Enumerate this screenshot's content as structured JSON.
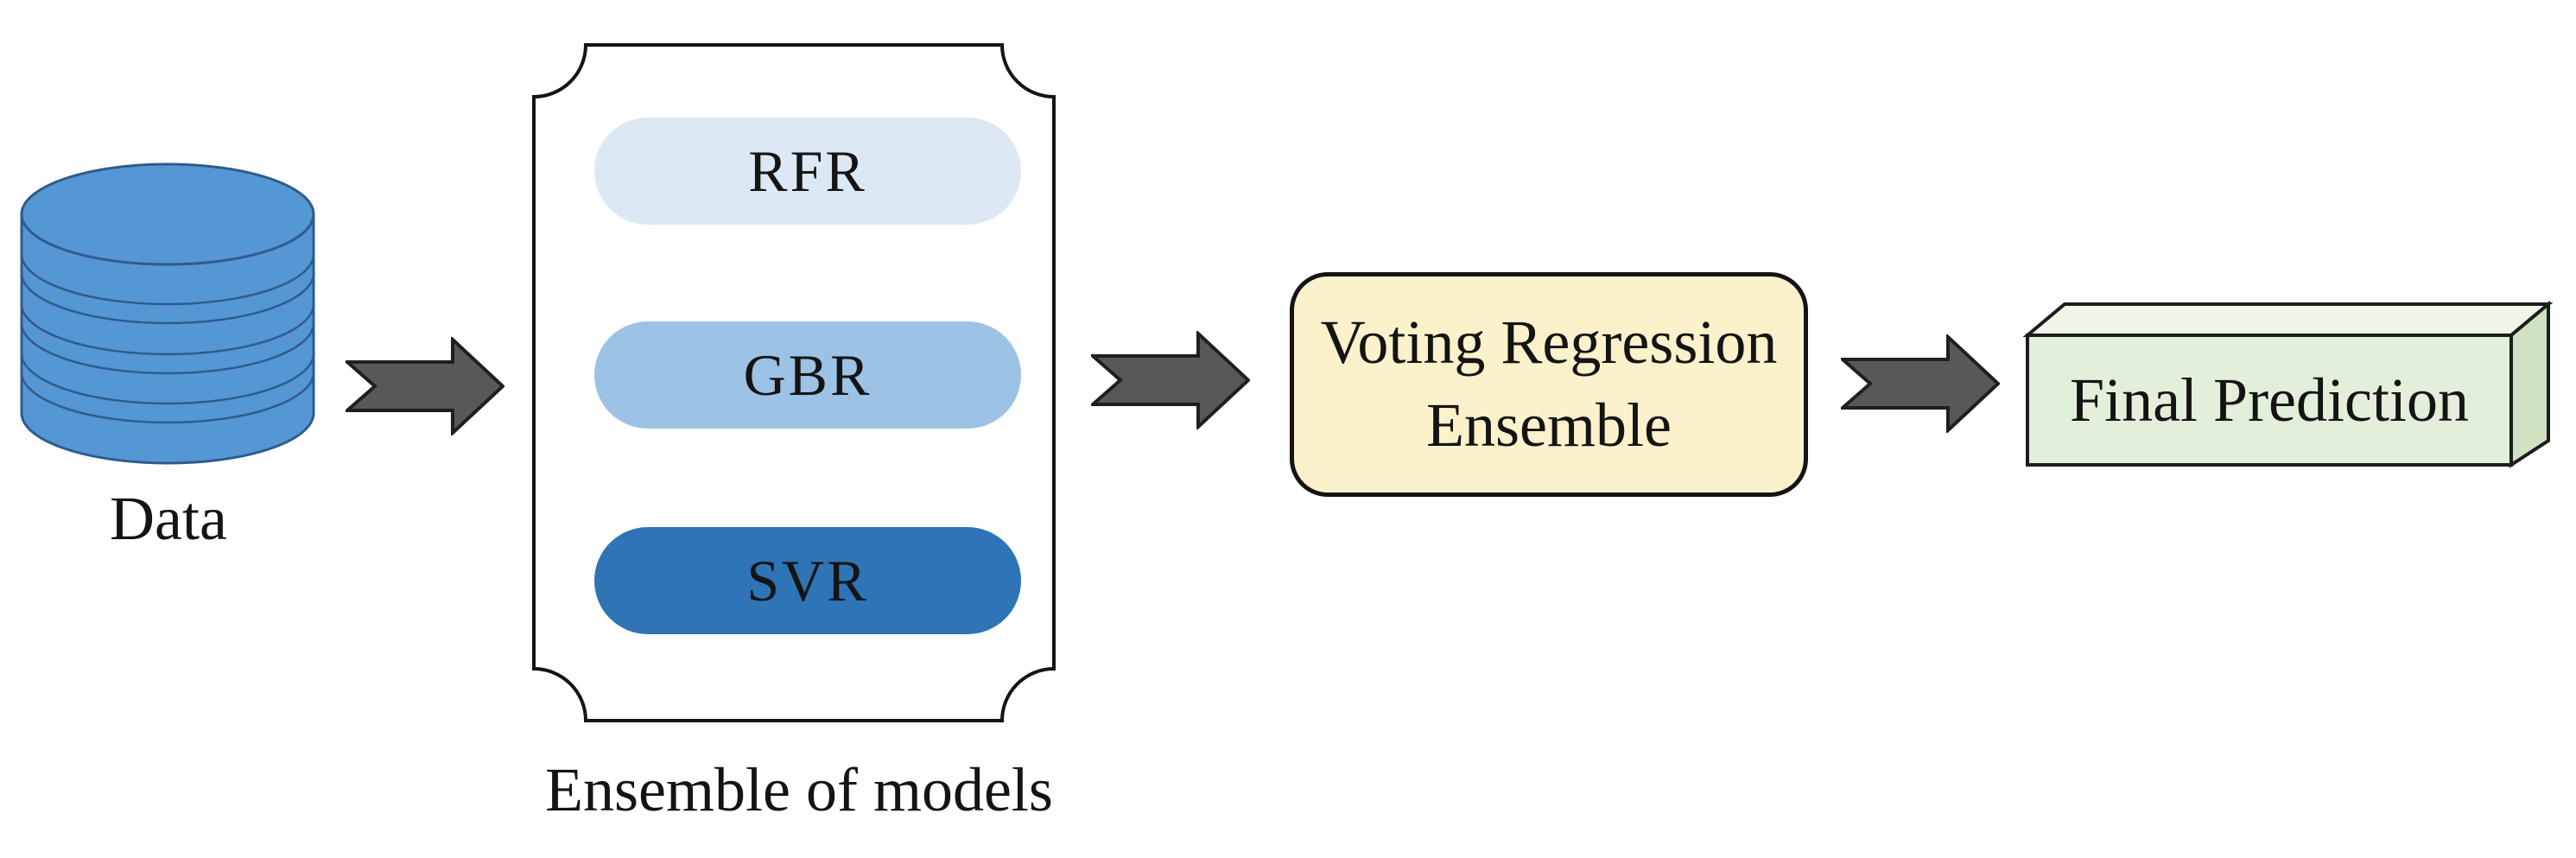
{
  "palette": {
    "background": "#ffffff",
    "text": "#141414",
    "arrow_fill": "#58585a",
    "arrow_outline": "#1f1f1f"
  },
  "data_store": {
    "label": "Data",
    "fill": "#5596d5",
    "outline": "#2e5c8a"
  },
  "ensemble": {
    "caption": "Ensemble of models",
    "frame_border": "#141414",
    "frame_fill": "#ffffff",
    "models": [
      {
        "label": "RFR",
        "fill": "#dce8f4"
      },
      {
        "label": "GBR",
        "fill": "#9cc2e5"
      },
      {
        "label": "SVR",
        "fill": "#2e74b6"
      }
    ]
  },
  "voting": {
    "line1": "Voting Regression",
    "line2": "Ensemble",
    "fill": "#fbf1cb",
    "border": "#141414"
  },
  "final_prediction": {
    "label": "Final Prediction",
    "front_fill": "#e2efda",
    "top_fill": "#edf6e7",
    "side_fill": "#cfe3c2",
    "border": "#1d1d1d"
  }
}
